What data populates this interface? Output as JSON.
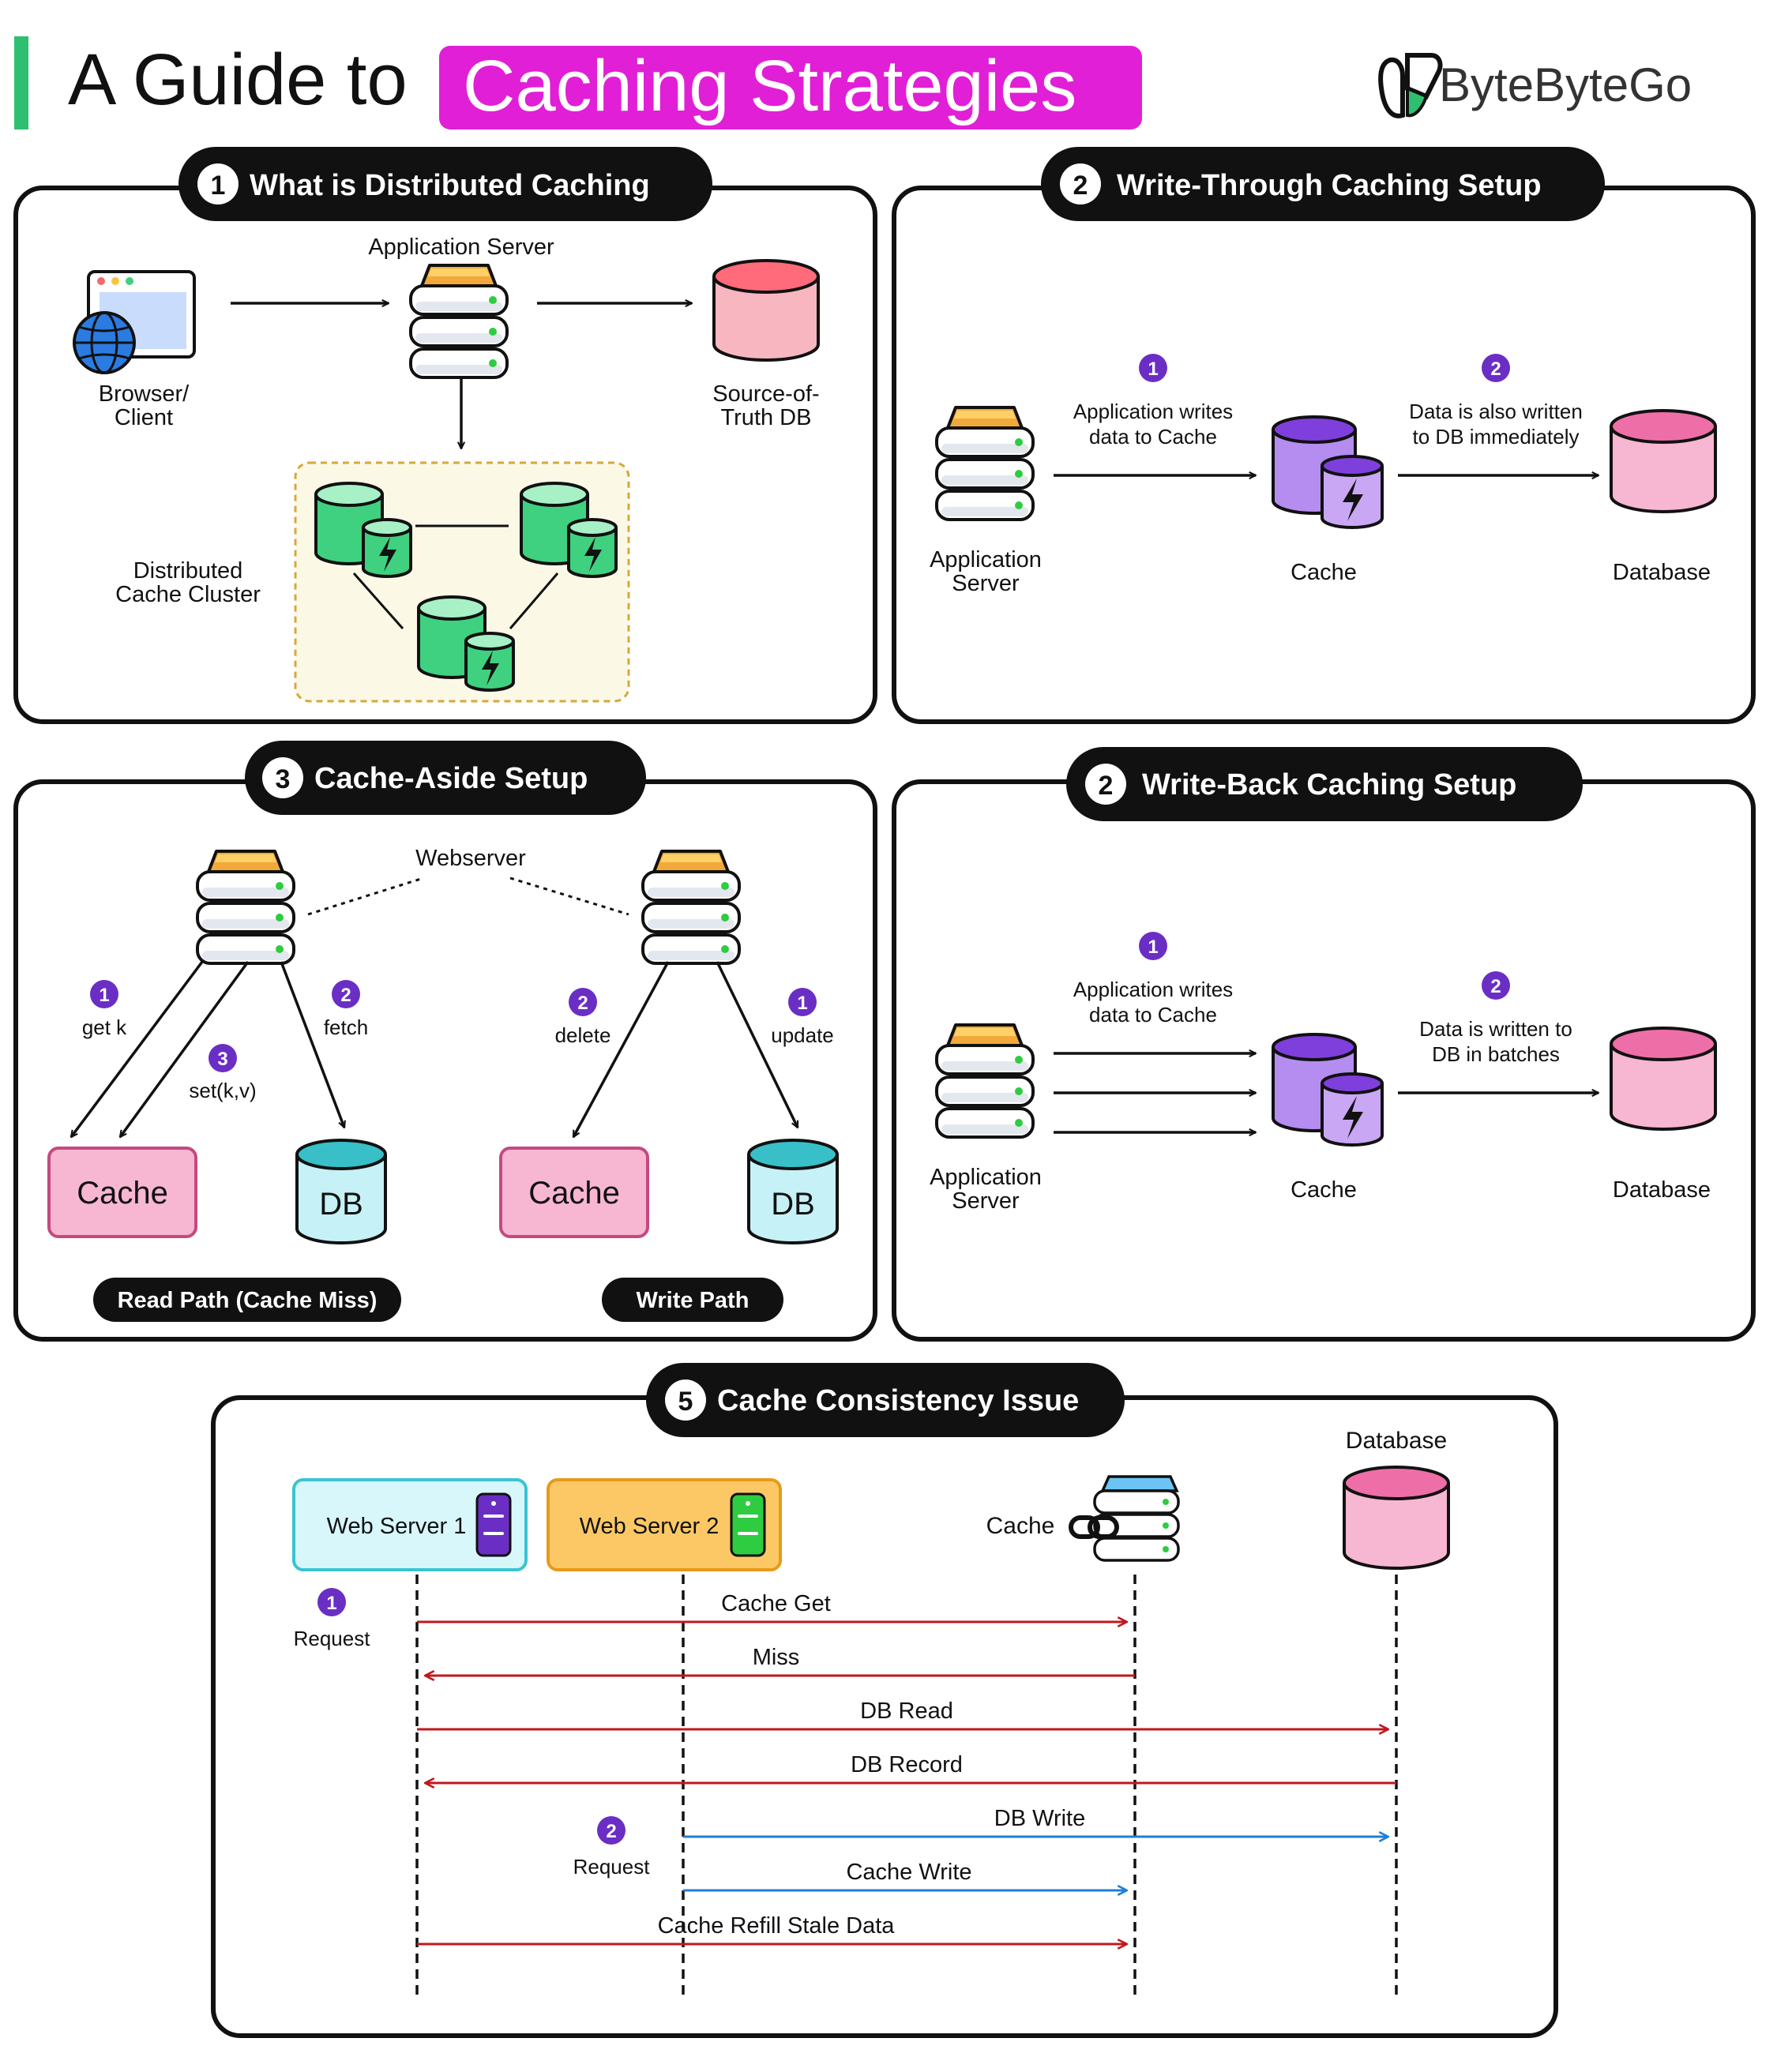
{
  "header": {
    "title_prefix": "A Guide to",
    "title_highlight": "Caching Strategies",
    "brand": "ByteByteGo",
    "accent_green": "#2fbf71",
    "accent_magenta": "#e11fd6"
  },
  "section1": {
    "number": "1",
    "title": "What is Distributed Caching",
    "app_server": "Application Server",
    "browser_line1": "Browser/",
    "browser_line2": "Client",
    "db_line1": "Source-of-",
    "db_line2": "Truth DB",
    "cluster_line1": "Distributed",
    "cluster_line2": "Cache Cluster"
  },
  "section2": {
    "number": "2",
    "title": "Write-Through Caching Setup",
    "step1_num": "1",
    "step1_line1": "Application writes",
    "step1_line2": "data to Cache",
    "step2_num": "2",
    "step2_line1": "Data is also written",
    "step2_line2": "to DB immediately",
    "app_line1": "Application",
    "app_line2": "Server",
    "cache": "Cache",
    "database": "Database"
  },
  "section3": {
    "number": "3",
    "title": "Cache-Aside Setup",
    "webserver": "Webserver",
    "read_get_num": "1",
    "read_get": "get k",
    "read_fetch_num": "2",
    "read_fetch": "fetch",
    "read_set_num": "3",
    "read_set": "set(k,v)",
    "write_delete_num": "2",
    "write_delete": "delete",
    "write_update_num": "1",
    "write_update": "update",
    "cache": "Cache",
    "db": "DB",
    "read_path": "Read Path (Cache Miss)",
    "write_path": "Write Path"
  },
  "section4": {
    "number": "2",
    "title": "Write-Back Caching Setup",
    "step1_num": "1",
    "step1_line1": "Application writes",
    "step1_line2": "data to Cache",
    "step2_num": "2",
    "step2_line1": "Data is written to",
    "step2_line2": "DB in batches",
    "app_line1": "Application",
    "app_line2": "Server",
    "cache": "Cache",
    "database": "Database"
  },
  "section5": {
    "number": "5",
    "title": "Cache Consistency Issue",
    "ws1": "Web Server 1",
    "ws2": "Web Server 2",
    "cache": "Cache",
    "database": "Database",
    "req1_num": "1",
    "req1": "Request",
    "req2_num": "2",
    "req2": "Request",
    "messages": [
      {
        "label": "Cache Get",
        "from": "ws1",
        "to": "cache",
        "color": "red"
      },
      {
        "label": "Miss",
        "from": "cache",
        "to": "ws1",
        "color": "red"
      },
      {
        "label": "DB Read",
        "from": "ws1",
        "to": "db",
        "color": "red"
      },
      {
        "label": "DB Record",
        "from": "db",
        "to": "ws1",
        "color": "red"
      },
      {
        "label": "DB Write",
        "from": "ws2",
        "to": "db",
        "color": "blue"
      },
      {
        "label": "Cache Write",
        "from": "ws2",
        "to": "cache",
        "color": "blue"
      },
      {
        "label": "Cache Refill Stale Data",
        "from": "ws1",
        "to": "cache",
        "color": "red"
      }
    ]
  },
  "colors": {
    "badge_purple": "#6a2ec4",
    "red_arrow": "#c0181e",
    "blue_arrow": "#1e7fd9",
    "cache_pink": "#f6b6cf",
    "db_cyan": "#38bfc8",
    "cache_purple": "#b58cf0"
  }
}
